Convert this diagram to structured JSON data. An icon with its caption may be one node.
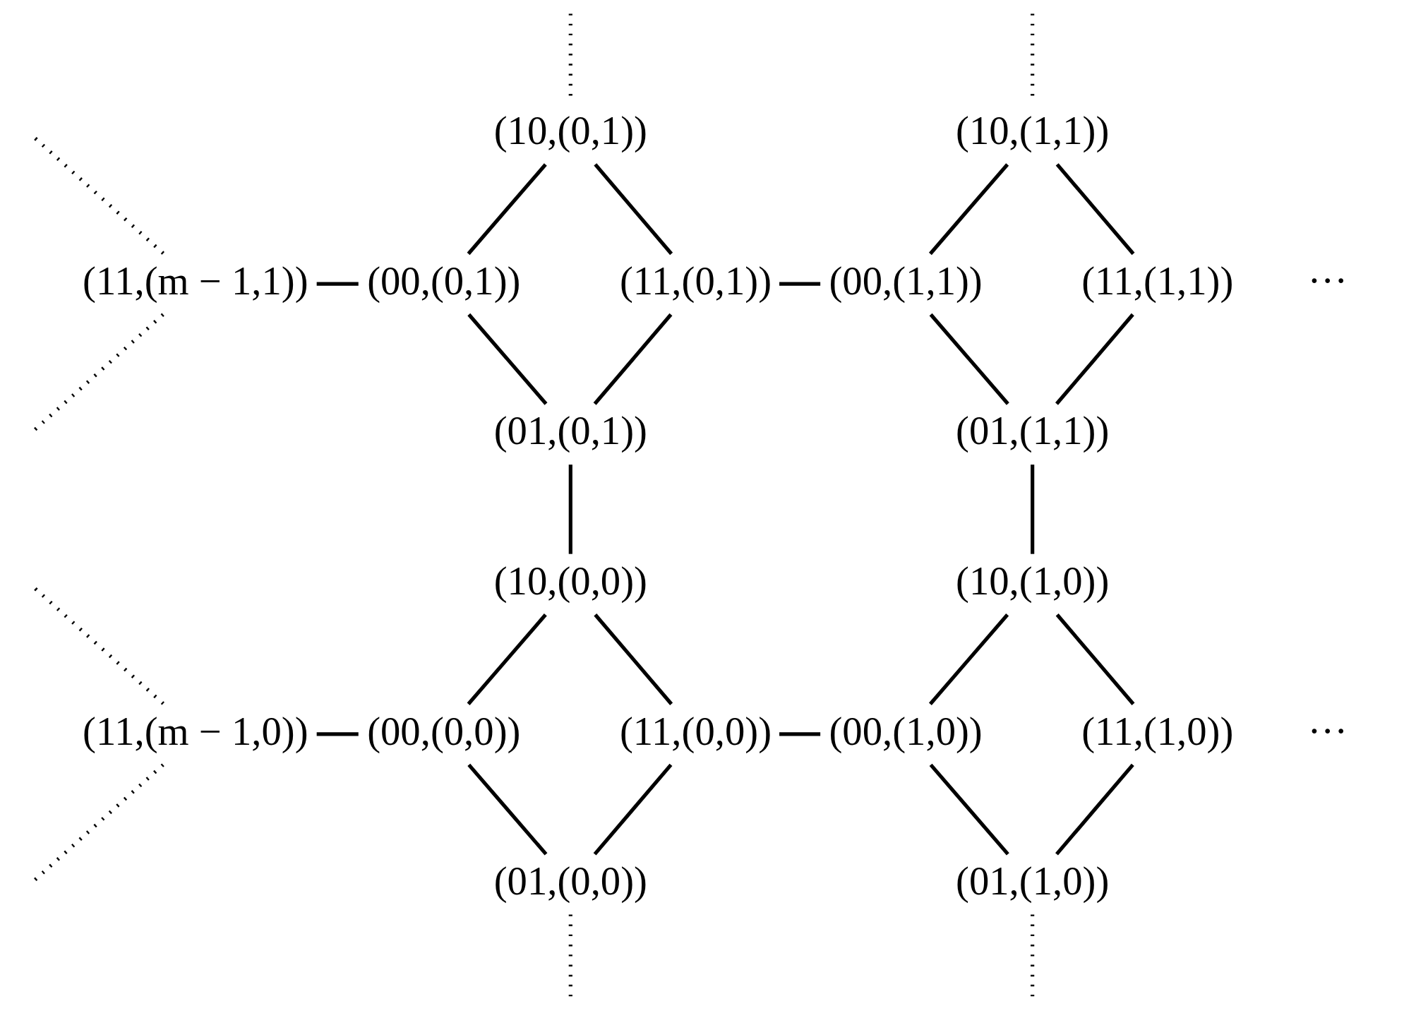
{
  "diagram": {
    "nodes": [
      {
        "text": [
          "(10,(0,1))"
        ]
      },
      {
        "text": [
          "(10,(1,1))"
        ]
      },
      {
        "text": [
          "(11,(m − 1,1))"
        ]
      },
      {
        "text": [
          "(00,(0,1))"
        ]
      },
      {
        "text": [
          "(11,(0,1))"
        ]
      },
      {
        "text": [
          "(00,(1,1))"
        ]
      },
      {
        "text": [
          "(11,(1,1))"
        ],
        "beside": [
          "···"
        ]
      },
      {
        "text": [
          "(01,(0,1))"
        ]
      },
      {
        "text": [
          "(01,(1,1))"
        ]
      },
      {
        "text": [
          "(10,(0,0))"
        ]
      },
      {
        "text": [
          "(10,(1,0))"
        ]
      },
      {
        "text": [
          "(11,(m − 1,0))"
        ]
      },
      {
        "text": [
          "(00,(0,0))"
        ]
      },
      {
        "text": [
          "(11,(0,0))"
        ]
      },
      {
        "text": [
          "(00,(1,0))"
        ]
      },
      {
        "text": [
          "(11,(1,0))"
        ],
        "beside": [
          "···"
        ]
      },
      {
        "text": [
          "(01,(0,0))"
        ]
      },
      {
        "text": [
          "(01,(1,0))"
        ]
      }
    ],
    "edges": [
      {
        "from": null,
        "to": 0,
        "arrow": "none",
        "style": "dashed"
      },
      {
        "from": null,
        "to": 1,
        "arrow": "none",
        "style": "dashed"
      },
      {
        "from": 0,
        "to": 3,
        "arrow": "none"
      },
      {
        "from": 0,
        "to": 4,
        "arrow": "none"
      },
      {
        "from": 1,
        "to": 5,
        "arrow": "none"
      },
      {
        "from": 1,
        "to": 6,
        "arrow": "none"
      },
      {
        "from": 2,
        "to": null,
        "arrow": "none",
        "style": "dashed"
      },
      {
        "from": 2,
        "to": 3,
        "arrow": "none"
      },
      {
        "from": 4,
        "to": 5,
        "arrow": "none"
      },
      {
        "from": 2,
        "to": null,
        "arrow": "none",
        "style": "dashed"
      },
      {
        "from": 3,
        "to": 7,
        "arrow": "none"
      },
      {
        "from": 4,
        "to": 7,
        "arrow": "none"
      },
      {
        "from": 5,
        "to": 8,
        "arrow": "none"
      },
      {
        "from": 6,
        "to": 8,
        "arrow": "none"
      },
      {
        "from": 7,
        "to": 9,
        "arrow": "none"
      },
      {
        "from": 8,
        "to": 10,
        "arrow": "none"
      },
      {
        "from": 11,
        "to": null,
        "arrow": "none",
        "style": "dashed"
      },
      {
        "from": 9,
        "to": 12,
        "arrow": "none"
      },
      {
        "from": 9,
        "to": 13,
        "arrow": "none"
      },
      {
        "from": 10,
        "to": 14,
        "arrow": "none"
      },
      {
        "from": 10,
        "to": 15,
        "arrow": "none"
      },
      {
        "from": 11,
        "to": 12,
        "arrow": "none"
      },
      {
        "from": 13,
        "to": 14,
        "arrow": "none"
      },
      {
        "from": 11,
        "to": null,
        "arrow": "none",
        "style": "dashed"
      },
      {
        "from": 12,
        "to": 16,
        "arrow": "none"
      },
      {
        "from": 13,
        "to": 16,
        "arrow": "none"
      },
      {
        "from": 14,
        "to": 17,
        "arrow": "none"
      },
      {
        "from": 15,
        "to": 17,
        "arrow": "none"
      },
      {
        "from": 16,
        "to": null,
        "arrow": "none",
        "style": "dashed"
      },
      {
        "from": 17,
        "to": null,
        "arrow": "none",
        "style": "dashed"
      }
    ]
  }
}
